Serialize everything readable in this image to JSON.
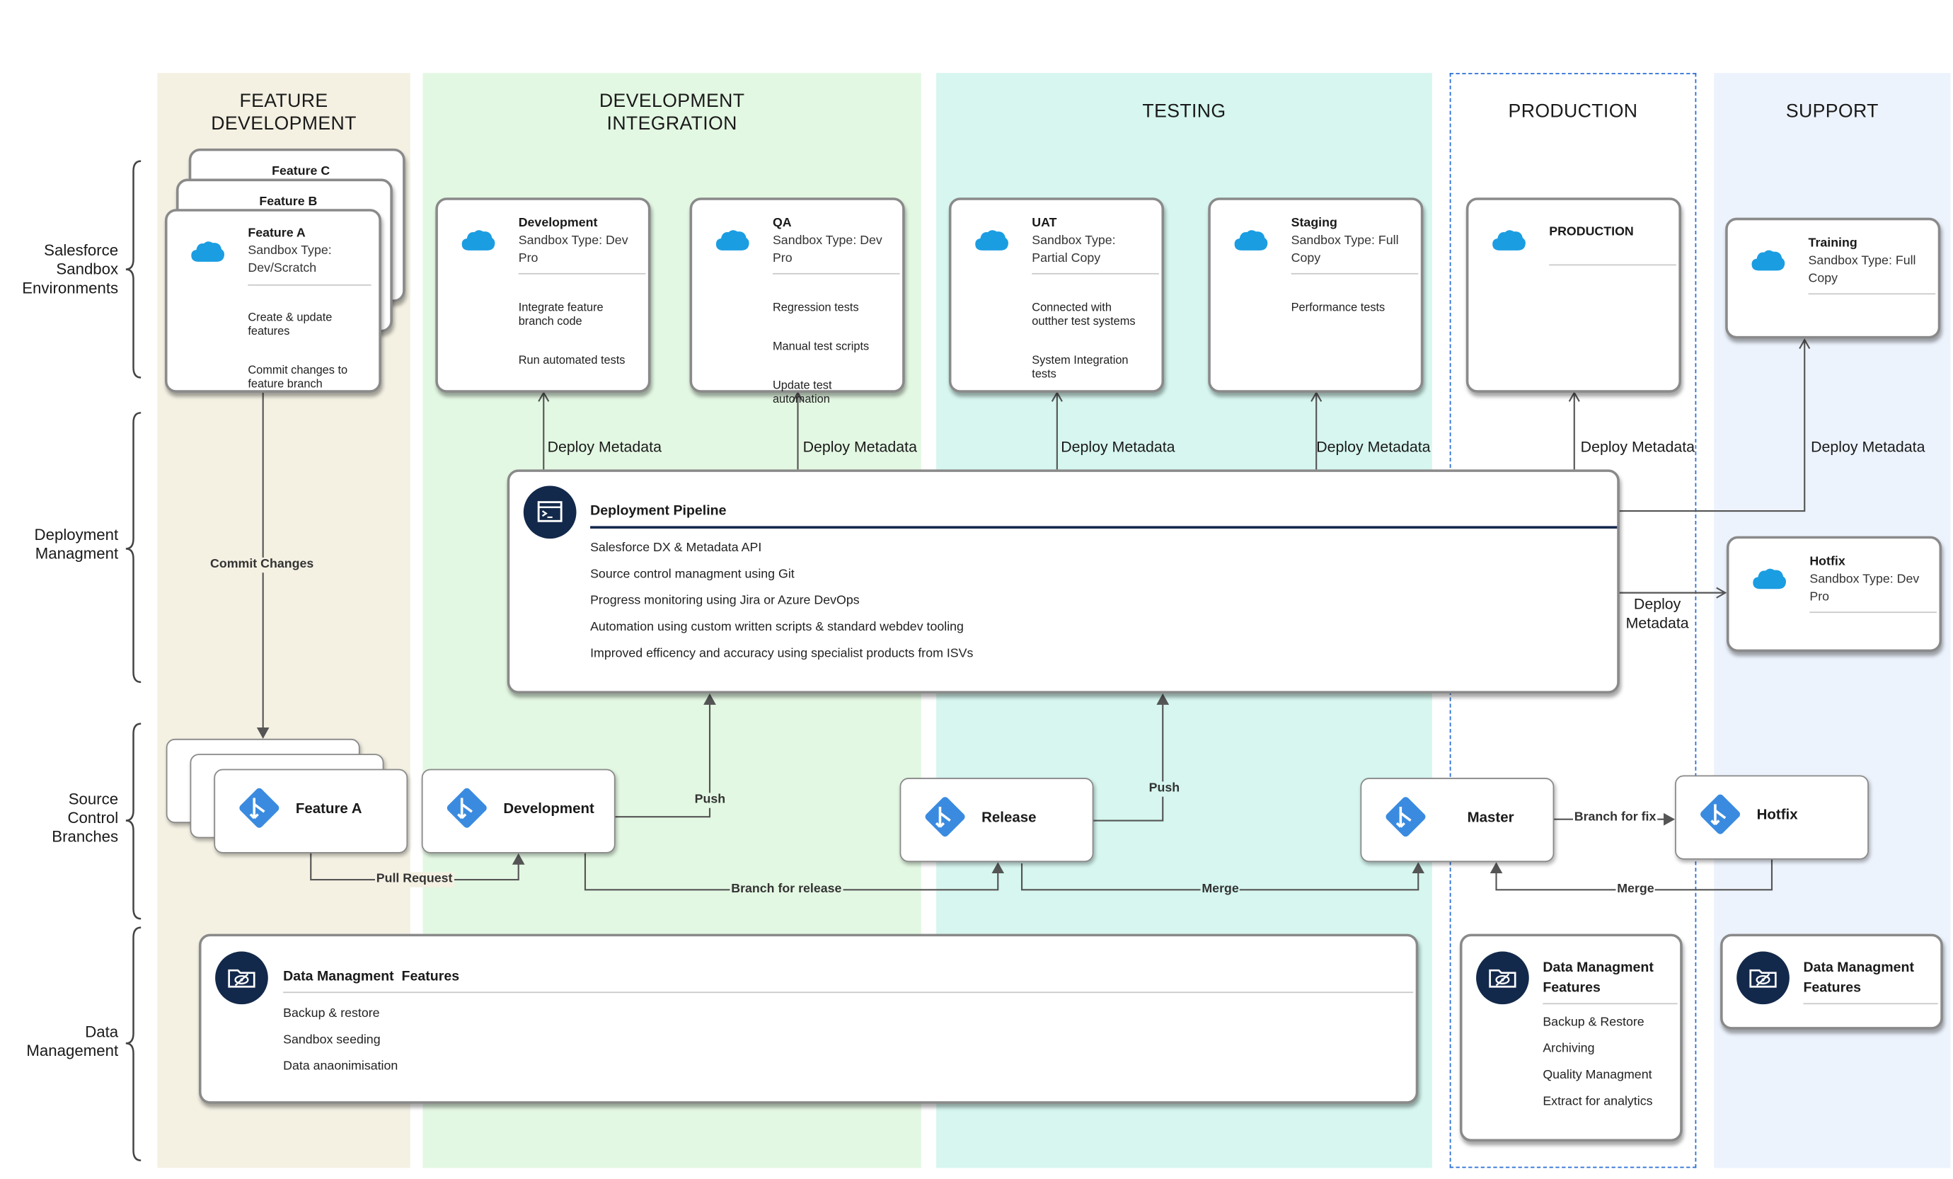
{
  "lanes": [
    {
      "title": "FEATURE\nDEVELOPMENT",
      "color": "#f4f1e3"
    },
    {
      "title": "DEVELOPMENT\nINTEGRATION",
      "color": "#e3f8e3"
    },
    {
      "title": "TESTING",
      "color": "#d6f6ef"
    },
    {
      "title": "PRODUCTION",
      "color": "#ffffff"
    },
    {
      "title": "SUPPORT",
      "color": "#edf3fd"
    }
  ],
  "rows": {
    "sandbox": "Salesforce\nSandbox\nEnvironments",
    "deployment": "Deployment\nManagment",
    "source": "Source\nControl\nBranches",
    "data": "Data\nManagement"
  },
  "feature_stack": {
    "back2": "Feature C",
    "back1": "Feature B"
  },
  "sandboxes": {
    "feature_a": {
      "title": "Feature A",
      "type": "Sandbox Type:\nDev/Scratch",
      "items": [
        "Create & update\nfeatures",
        "Commit changes to\nfeature branch"
      ]
    },
    "development": {
      "title": "Development",
      "type": "Sandbox Type: Dev\nPro",
      "items": [
        "Integrate feature\nbranch code",
        "Run automated tests"
      ]
    },
    "qa": {
      "title": "QA",
      "type": "Sandbox Type: Dev\nPro",
      "items": [
        "Regression tests",
        "Manual test scripts",
        "Update test\nautomation"
      ]
    },
    "uat": {
      "title": "UAT",
      "type": "Sandbox Type:\nPartial Copy",
      "items": [
        "Connected with\noutther test systems",
        "System Integration\ntests"
      ]
    },
    "staging": {
      "title": "Staging",
      "type": "Sandbox Type: Full\nCopy",
      "items": [
        "Performance tests"
      ]
    },
    "production": {
      "title": "PRODUCTION"
    },
    "training": {
      "title": "Training",
      "type": "Sandbox Type: Full\nCopy"
    },
    "hotfix": {
      "title": "Hotfix",
      "type": "Sandbox Type: Dev\nPro"
    }
  },
  "pipeline": {
    "title": "Deployment Pipeline",
    "items": [
      "Salesforce DX & Metadata API",
      "Source control managment using Git",
      "Progress monitoring using  Jira or Azure DevOps",
      "Automation using custom written scripts & standard webdev tooling",
      "Improved efficency and accuracy using specialist products from ISVs"
    ]
  },
  "branches": {
    "feature_a": "Feature A",
    "development": "Development",
    "release": "Release",
    "master": "Master",
    "hotfix": "Hotfix"
  },
  "connector_labels": {
    "deploy_metadata": "Deploy Metadata",
    "deploy_metadata_split": "Deploy\nMetadata",
    "commit_changes": "Commit Changes",
    "pull_request": "Pull Request",
    "push": "Push",
    "branch_for_release": "Branch for release",
    "merge": "Merge",
    "branch_for_fix": "Branch for fix"
  },
  "data_management": {
    "main": {
      "title": "Data Managment  Features",
      "items": [
        "Backup & restore",
        "Sandbox seeding",
        "Data anaonimisation"
      ]
    },
    "production": {
      "title": "Data Managment\nFeatures",
      "items": [
        "Backup & Restore",
        "Archiving",
        "Quality Managment",
        "Extract for analytics"
      ]
    },
    "support": {
      "title": "Data Managment\nFeatures"
    }
  },
  "icons": {
    "cloud": "salesforce-cloud-icon",
    "branch": "git-branch-icon",
    "terminal": "terminal-icon",
    "data": "data-mask-icon"
  },
  "colors": {
    "navy": "#13294b",
    "cloud": "#1b9de2",
    "git_blue": "#3a8be0",
    "production_dash": "#2b6fd6"
  }
}
